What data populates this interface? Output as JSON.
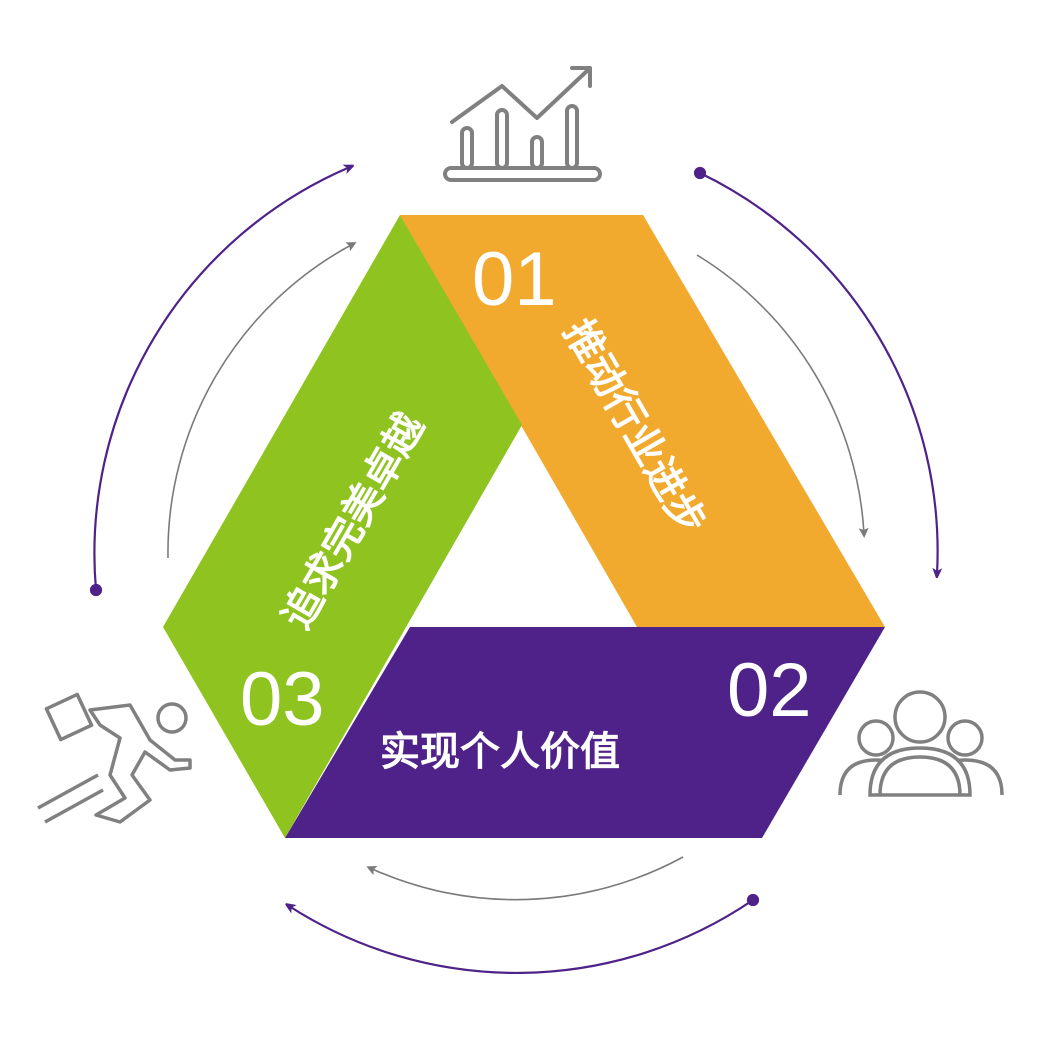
{
  "steps": [
    {
      "number": "01",
      "label": "推动行业进步",
      "color": "#F2AA2E",
      "icon": "growth-chart-icon"
    },
    {
      "number": "02",
      "label": "实现个人价值",
      "color": "#4E2288",
      "icon": "people-group-icon"
    },
    {
      "number": "03",
      "label": "追求完美卓越",
      "color": "#8FC31F",
      "icon": "running-man-icon"
    }
  ],
  "colors": {
    "outer_arrow": "#4E2288",
    "inner_arrow": "#7a7a7a",
    "icon": "#808080"
  }
}
